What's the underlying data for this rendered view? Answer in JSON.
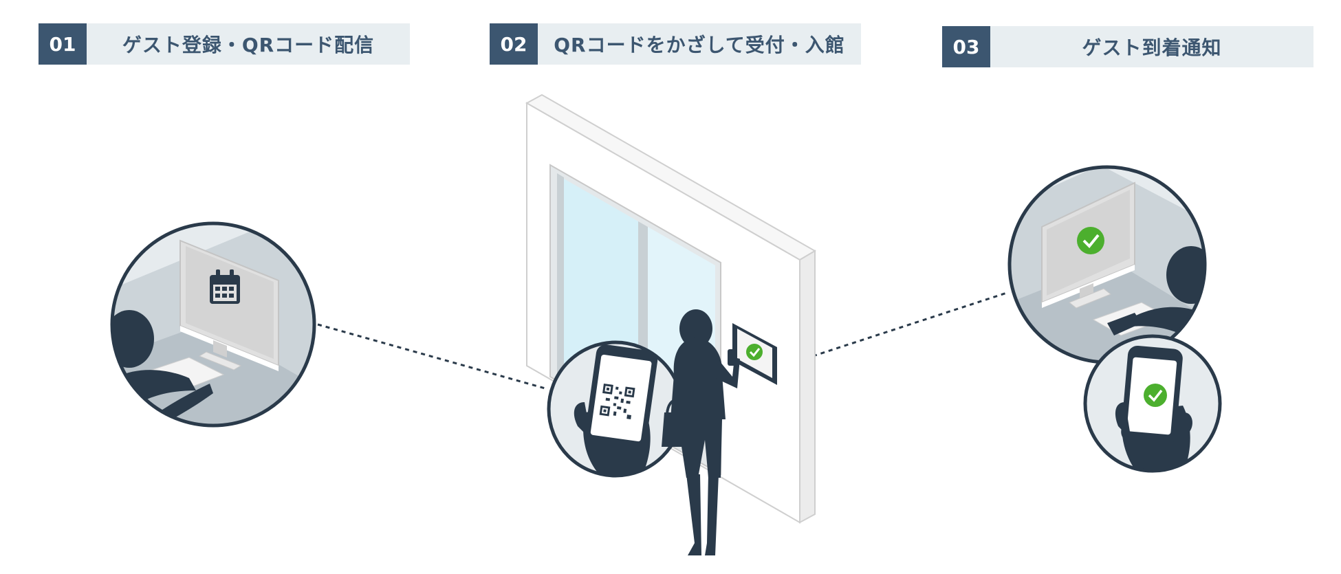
{
  "steps": [
    {
      "number": "01",
      "title": "ゲスト登録・QRコード配信",
      "icon": "calendar-icon"
    },
    {
      "number": "02",
      "title": "QRコードをかざして受付・入館",
      "icon": "qr-code-icon"
    },
    {
      "number": "03",
      "title": "ゲスト到着通知",
      "icon": "check-icon"
    }
  ],
  "colors": {
    "header_number_bg": "#3c5670",
    "header_title_bg": "#e8eef1",
    "header_text": "#3c5670",
    "silhouette": "#2a3a4a",
    "circle_bg": "#e6ebee",
    "glass": "#d6f0f8",
    "check_green": "#4caf2e"
  }
}
